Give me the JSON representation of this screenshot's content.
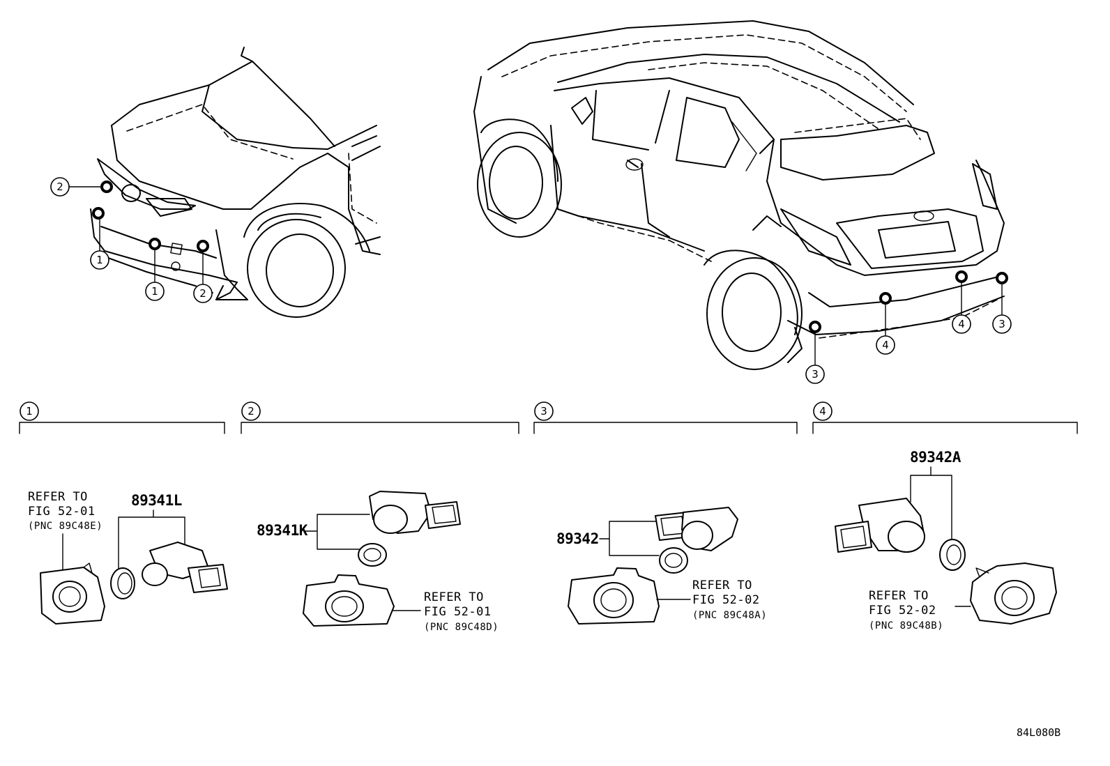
{
  "callouts": [
    "1",
    "2",
    "3",
    "4"
  ],
  "sections": [
    {
      "number": "1",
      "part_no": "89341L",
      "refer_to": "REFER TO",
      "fig": "FIG 52-01",
      "pnc": "(PNC 89C48E)"
    },
    {
      "number": "2",
      "part_no": "89341K",
      "refer_to": "REFER TO",
      "fig": "FIG 52-01",
      "pnc": "(PNC 89C48D)"
    },
    {
      "number": "3",
      "part_no": "89342",
      "refer_to": "REFER TO",
      "fig": "FIG 52-02",
      "pnc": "(PNC 89C48A)"
    },
    {
      "number": "4",
      "part_no": "89342A",
      "refer_to": "REFER TO",
      "fig": "FIG 52-02",
      "pnc": "(PNC 89C48B)"
    }
  ],
  "diagram_code": "84L080B"
}
